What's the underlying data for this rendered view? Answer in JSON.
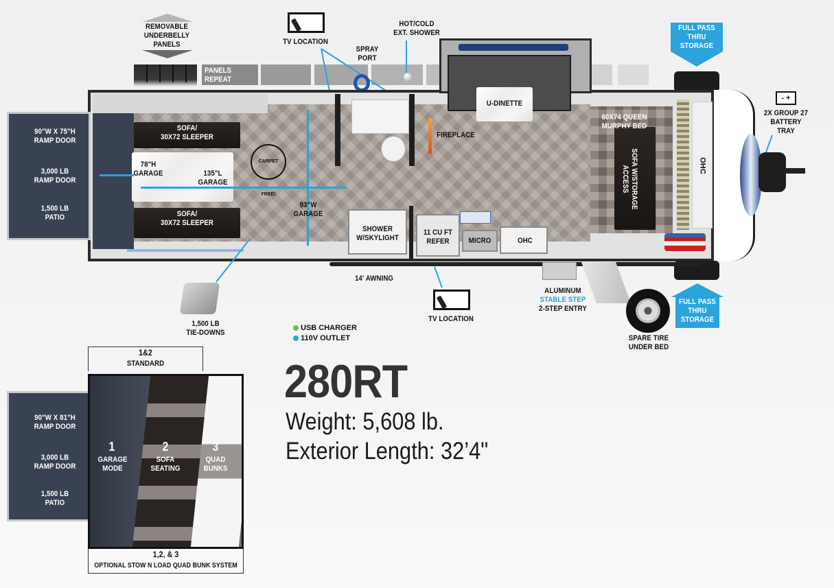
{
  "title": {
    "model": "280RT",
    "weight": "Weight: 5,608 lb.",
    "length": "Exterior Length: 32’4\""
  },
  "top_labels": {
    "removable_panels": "REMOVABLE\nUNDERBELLY\nPANELS",
    "panels_repeat": "PANELS\nREPEAT",
    "tv_location_top": "TV LOCATION",
    "spray_port": "SPRAY\nPORT",
    "ext_shower": "HOT/COLD\nEXT. SHOWER",
    "pass_thru_top": "FULL PASS\nTHRU\nSTORAGE",
    "battery": "2X GROUP 27\nBATTERY\nTRAY",
    "battery_icon": "- +"
  },
  "floorplan": {
    "ramp_door_size": "90\"W x 75\"H\nRAMP DOOR",
    "ramp_door_weight": "3,000 LB\nRAMP DOOR",
    "patio": "1,500 LB\nPATIO",
    "sofa_top": "SOFA/\n30x72 SLEEPER",
    "sofa_bottom": "SOFA/\n30x72 SLEEPER",
    "garage_height": "78\"H\nGARAGE",
    "garage_length": "135\"L\nGARAGE",
    "garage_width": "93\"W\nGARAGE",
    "carpet_free": "CARPET FREE!",
    "u_dinette": "U-DINETTE",
    "fireplace": "FIREPLACE",
    "shower": "SHOWER\nw/SKYLIGHT",
    "refer": "11 CU FT\nREFER",
    "micro": "MICRO",
    "ohc_kitchen": "OHC",
    "murphy_bed": "60X74 QUEEN\nMURPHY BED",
    "sofa_storage": "SOFA W/STORAGE\nACCESS",
    "ohc_front": "OHC"
  },
  "bottom_labels": {
    "tie_downs": "1,500 LB\nTIE-DOWNS",
    "awning": "14' AWNING",
    "tv_location_bottom": "TV LOCATION",
    "step_line1": "ALUMINUM",
    "step_line2": "STABLE STEP",
    "step_line3": "2-STEP ENTRY",
    "spare_tire": "SPARE TIRE\nUNDER BED",
    "pass_thru_bottom": "FULL PASS\nTHRU\nSTORAGE"
  },
  "legend": {
    "items": [
      {
        "label": "USB CHARGER",
        "color": "#6cbf4a"
      },
      {
        "label": "110V OUTLET",
        "color": "#2ba3dc"
      }
    ]
  },
  "bunk_option": {
    "top_title_line1": "1&2",
    "top_title_line2": "STANDARD",
    "ramp_door_size": "90\"W x 81\"H\nRAMP DOOR",
    "ramp_door_weight": "3,000 LB\nRAMP DOOR",
    "patio": "1,500 LB\nPATIO",
    "modes": [
      {
        "num": "1",
        "label": "GARAGE\nMODE"
      },
      {
        "num": "2",
        "label": "SOFA\nSEATING"
      },
      {
        "num": "3",
        "label": "QUAD\nBUNKS"
      }
    ],
    "bottom_title_line1": "1,2, & 3",
    "bottom_title_line2": "OPTIONAL STOW N LOAD QUAD BUNK SYSTEM"
  },
  "colors": {
    "accent_blue": "#2ba3dc",
    "usb_green": "#6cbf4a",
    "title_gray": "#333333"
  }
}
